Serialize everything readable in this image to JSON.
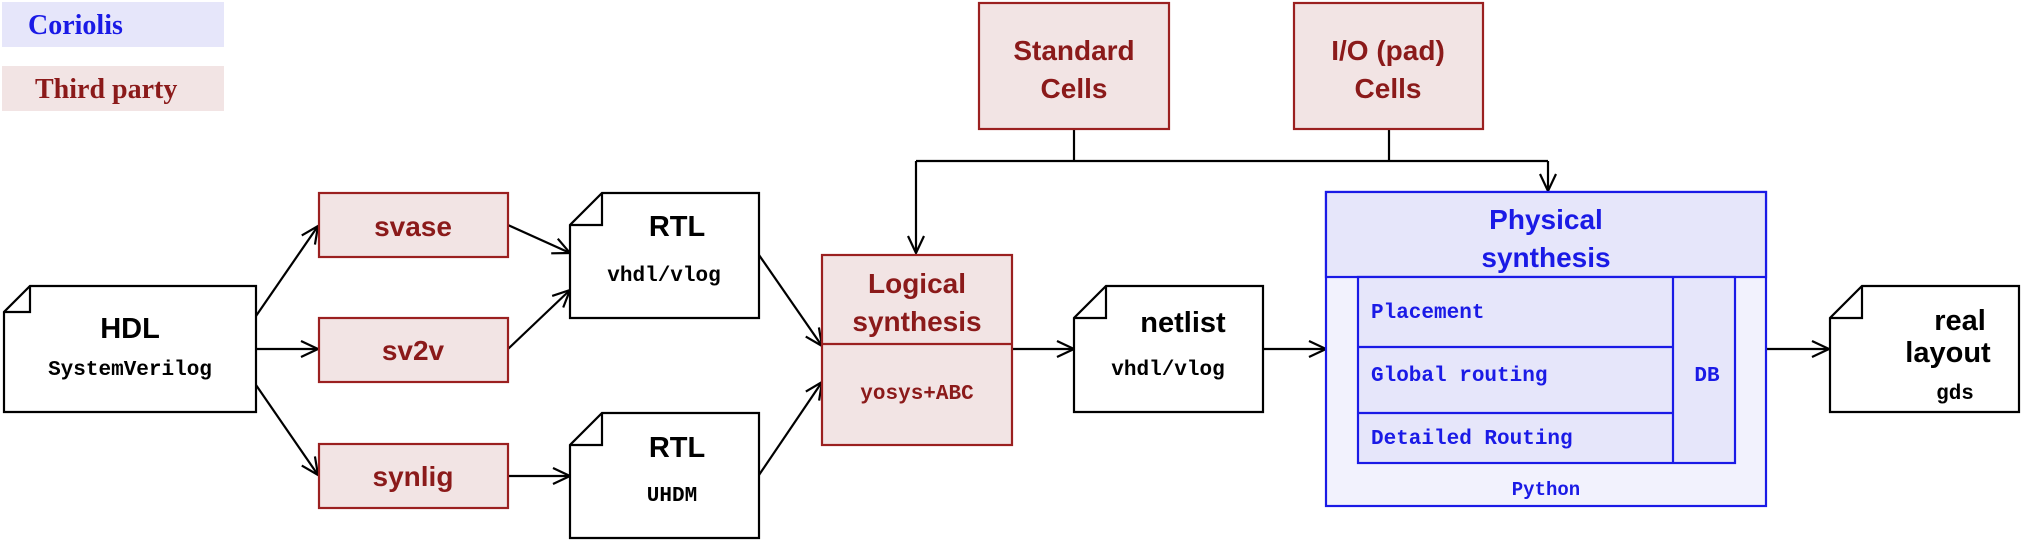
{
  "legend": {
    "coriolis": "Coriolis",
    "third_party": "Third party"
  },
  "colors": {
    "coriolis_text": "#1a1ae6",
    "coriolis_fill": "#e6e6fa",
    "coriolis_inner_fill": "#f2f2fd",
    "third_party_text": "#8b1a1a",
    "third_party_fill": "#f2e4e4",
    "third_party_stroke": "#9b2020",
    "line": "#000000"
  },
  "nodes": {
    "hdl": {
      "title": "HDL",
      "subtitle": "SystemVerilog"
    },
    "svase": {
      "label": "svase"
    },
    "sv2v": {
      "label": "sv2v"
    },
    "synlig": {
      "label": "synlig"
    },
    "rtl_top": {
      "title": "RTL",
      "subtitle": "vhdl/vlog"
    },
    "rtl_bottom": {
      "title": "RTL",
      "subtitle": "UHDM"
    },
    "standard_cells": {
      "line1": "Standard",
      "line2": "Cells"
    },
    "io_cells": {
      "line1": "I/O (pad)",
      "line2": "Cells"
    },
    "logical_synthesis": {
      "line1": "Logical",
      "line2": "synthesis",
      "tool": "yosys+ABC"
    },
    "netlist": {
      "title": "netlist",
      "subtitle": "vhdl/vlog"
    },
    "physical_synthesis": {
      "line1": "Physical",
      "line2": "synthesis",
      "steps": [
        "Placement",
        "Global routing",
        "Detailed Routing"
      ],
      "db": "DB",
      "footer": "Python"
    },
    "real_layout": {
      "line1": "real",
      "line2": "layout",
      "subtitle": "gds"
    }
  }
}
